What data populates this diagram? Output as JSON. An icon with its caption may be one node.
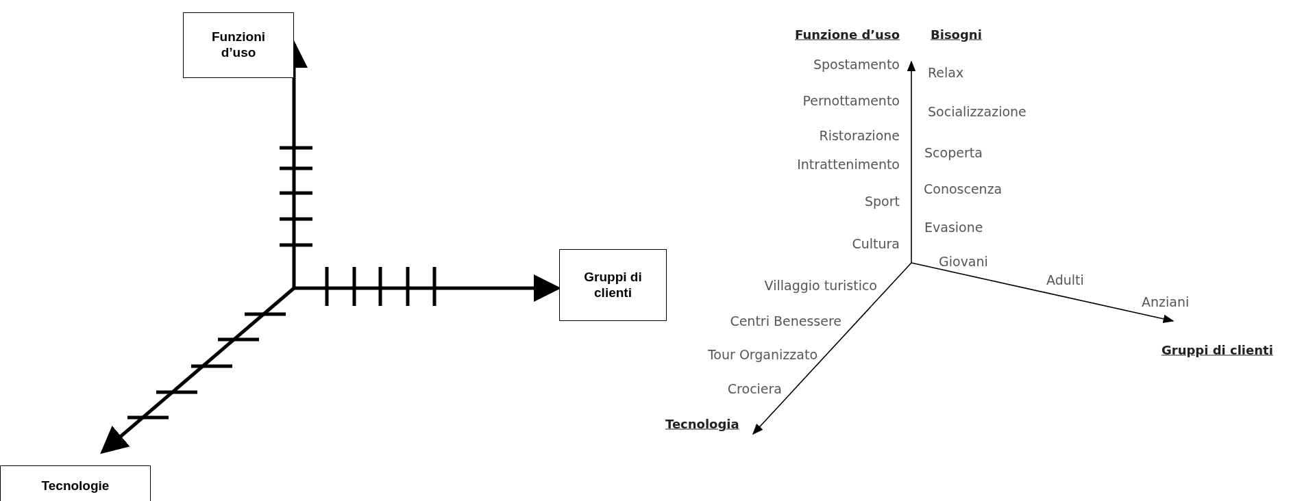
{
  "diagram": {
    "nodes": [
      {
        "text": [
          "Funzioni d’uso"
        ]
      },
      {
        "text": [
          "Gruppi di clienti"
        ]
      },
      {
        "text": [
          "Tecnologie"
        ]
      }
    ],
    "edges": [
      {
        "from": null,
        "to": 0,
        "arrow": "to"
      },
      {
        "from": null,
        "to": 1,
        "arrow": "to"
      },
      {
        "from": null,
        "to": 2,
        "arrow": "to"
      }
    ],
    "labels": [
      "Funzione d’uso",
      "Bisogni",
      "Spostamento",
      "Relax",
      "Pernottamento",
      "Socializzazione",
      "Ristorazione",
      "Scoperta",
      "Intrattenimento",
      "Conoscenza",
      "Sport",
      "Evasione",
      "Cultura",
      "Giovani",
      "Villaggio turistico",
      "Adulti",
      "Anziani",
      "Centri Benessere",
      "Gruppi di clienti",
      "Tour Organizzato",
      "Crociera",
      "Tecnologia"
    ]
  }
}
